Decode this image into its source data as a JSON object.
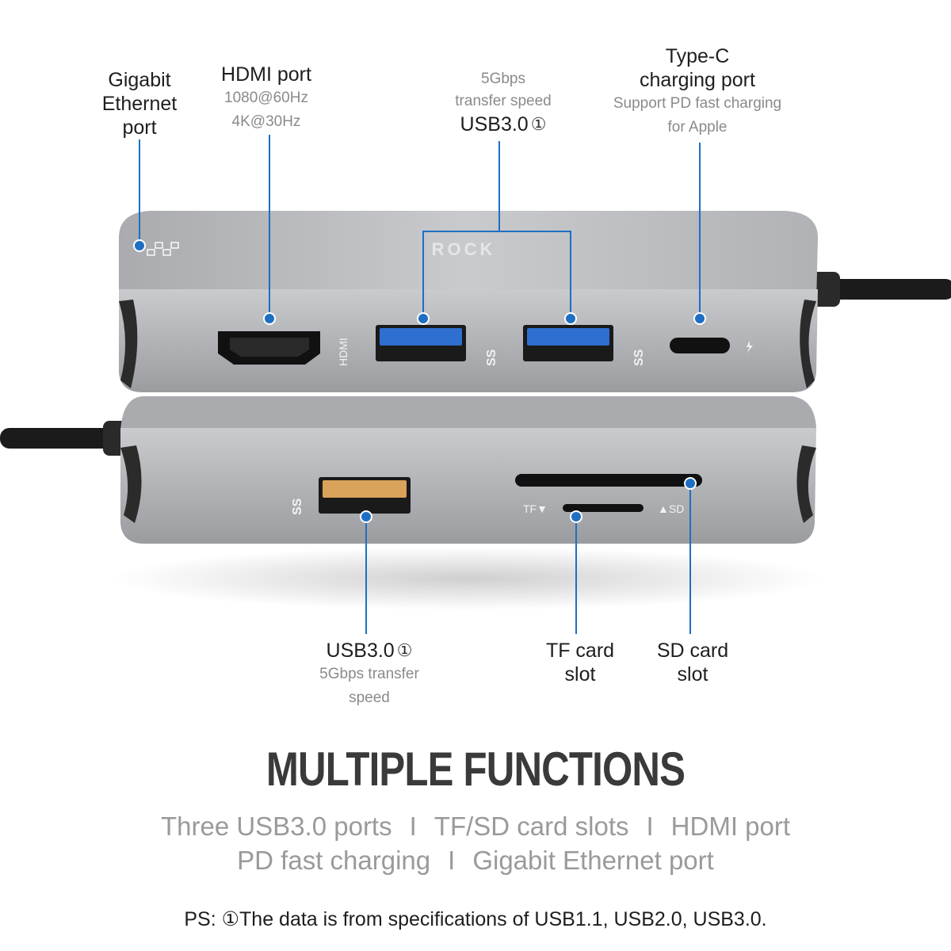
{
  "labels": {
    "ethernet": {
      "line1": "Gigabit",
      "line2": "Ethernet",
      "line3": "port"
    },
    "hdmi": {
      "title": "HDMI port",
      "spec1": "1080@60Hz",
      "spec2": "4K@30Hz"
    },
    "usb_top": {
      "spec1": "5Gbps",
      "spec2": "transfer speed",
      "title": "USB3.0",
      "mark": "①"
    },
    "typec": {
      "line1": "Type-C",
      "line2": "charging port",
      "spec1": "Support PD fast charging",
      "spec2": "for Apple"
    },
    "usb_bottom": {
      "title": "USB3.0",
      "mark": "①",
      "spec1": "5Gbps transfer",
      "spec2": "speed"
    },
    "tf": {
      "line1": "TF card",
      "line2": "slot"
    },
    "sd": {
      "line1": "SD card",
      "line2": "slot"
    }
  },
  "device": {
    "brand": "ROCK",
    "hdmi_text": "HDMI",
    "ss_text": "SS",
    "tf_text": "TF▼",
    "sd_text": "▲SD"
  },
  "colors": {
    "leader": "#1e6fc4",
    "body": "#b8babd",
    "usb_blue": "#2f6fd0",
    "usb_gold": "#d9a25a"
  },
  "headline": "MULTIPLE FUNCTIONS",
  "features": {
    "row1": [
      "Three USB3.0 ports",
      "TF/SD card slots",
      "HDMI port"
    ],
    "row2": [
      "PD fast charging",
      "Gigabit Ethernet port"
    ],
    "separator": "I"
  },
  "note": "PS: ①The data is from specifications of USB1.1, USB2.0, USB3.0."
}
